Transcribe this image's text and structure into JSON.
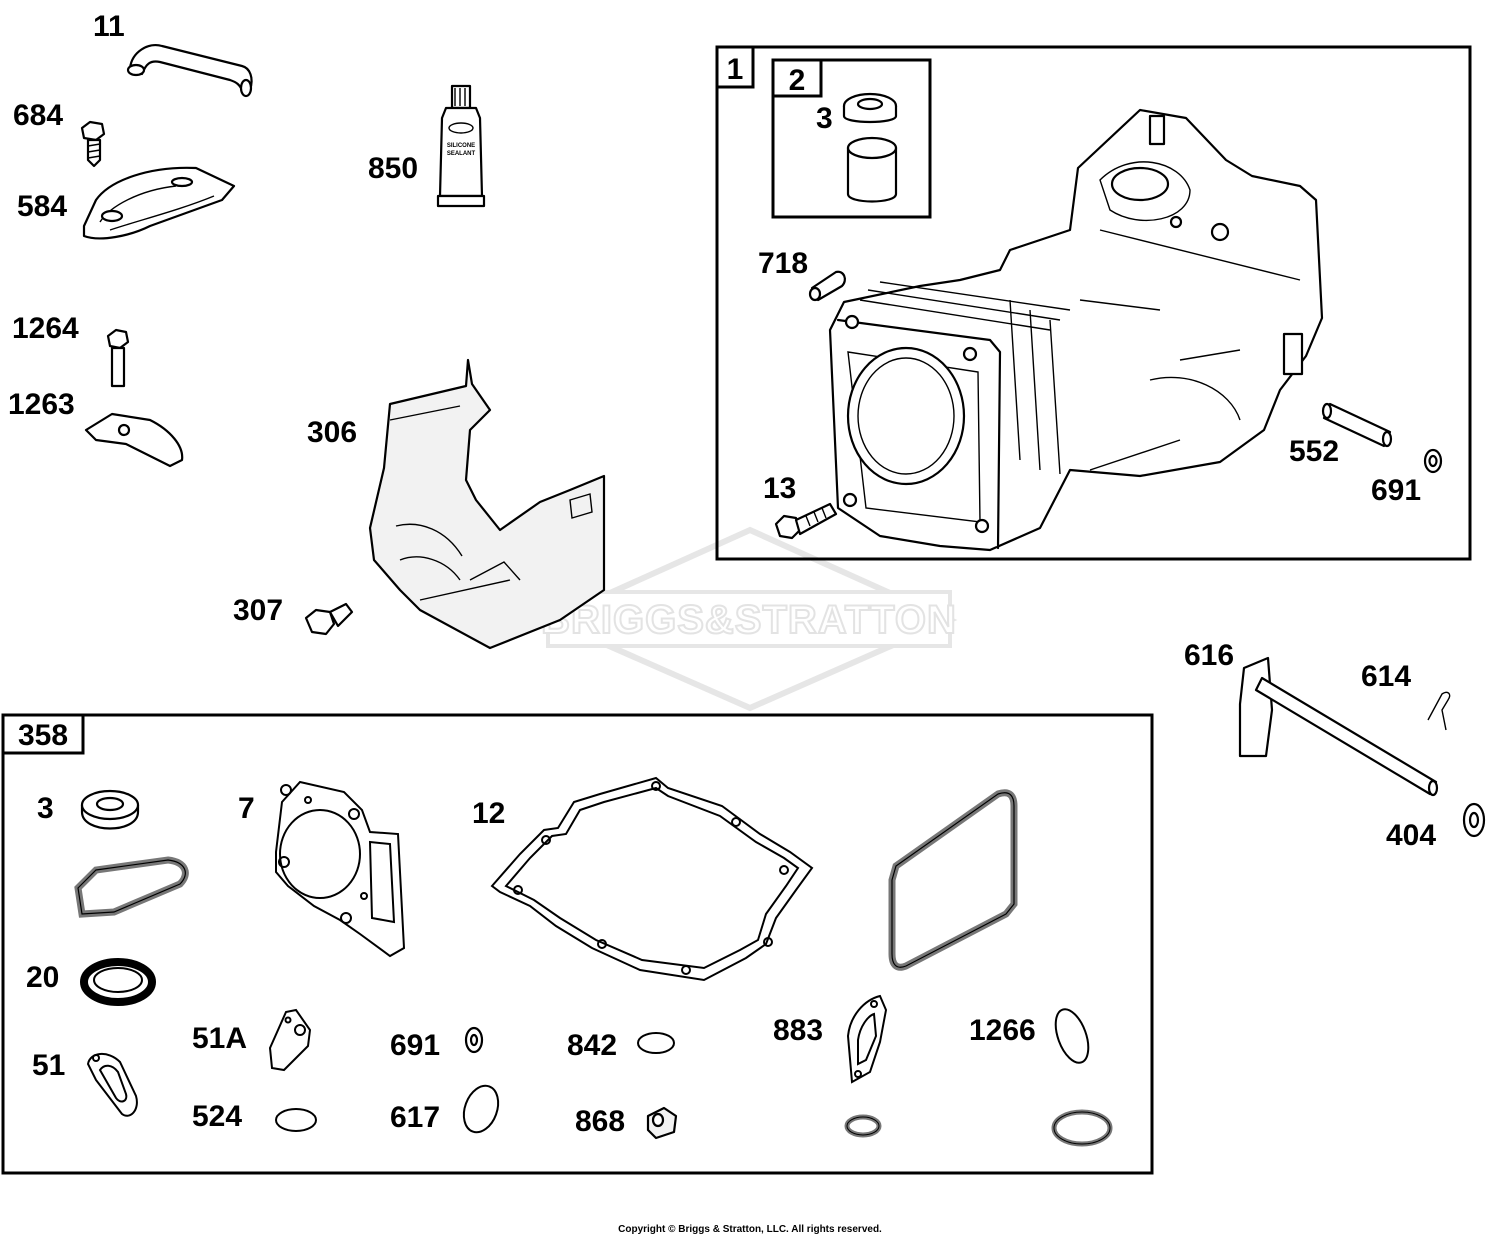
{
  "watermark": "BRIGGS&STRATTON",
  "copyright": "Copyright © Briggs & Stratton, LLC. All rights reserved.",
  "boxes": {
    "b1": "1",
    "b2": "2",
    "b358": "358"
  },
  "labels": {
    "p11": "11",
    "p684": "684",
    "p584": "584",
    "p850": "850",
    "p1264": "1264",
    "p1263": "1263",
    "p306": "306",
    "p307": "307",
    "p3a": "3",
    "p718": "718",
    "p13": "13",
    "p552": "552",
    "p691a": "691",
    "p616": "616",
    "p614": "614",
    "p404": "404",
    "p3b": "3",
    "p7": "7",
    "p12": "12",
    "p20": "20",
    "p51": "51",
    "p51A": "51A",
    "p524": "524",
    "p691b": "691",
    "p617": "617",
    "p842": "842",
    "p868": "868",
    "p883": "883",
    "p1266": "1266"
  },
  "tube_text": {
    "line1": "SILICONE",
    "line2": "SEALANT"
  }
}
